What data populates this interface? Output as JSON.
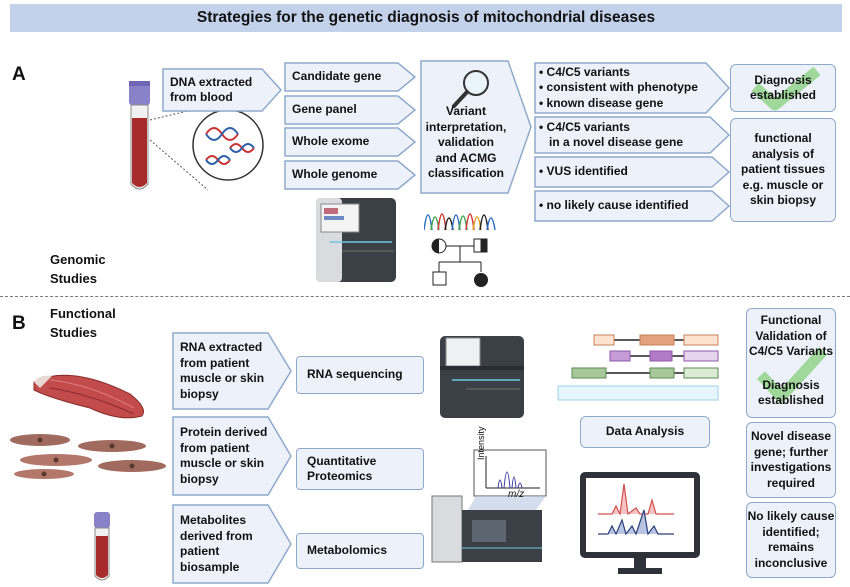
{
  "title": "Strategies for the genetic diagnosis of mitochondrial diseases",
  "section_a": {
    "letter": "A",
    "label_line1": "Genomic",
    "label_line2": "Studies",
    "sample": [
      "DNA extracted",
      "from blood"
    ],
    "methods": [
      "Candidate gene",
      "Gene panel",
      "Whole exome",
      "Whole genome"
    ],
    "interpretation": [
      "Variant",
      "interpretation,",
      "validation",
      "and ACMG",
      "classification"
    ],
    "outcomes": {
      "first": [
        "• C4/C5 variants",
        "• consistent with phenotype",
        "• known disease gene"
      ],
      "second": [
        "• C4/C5 variants",
        "in a novel disease gene"
      ],
      "third": "• VUS identified",
      "fourth": "• no likely cause identified"
    },
    "diagnosis": [
      "Diagnosis",
      "established"
    ],
    "functional_analysis": [
      "functional",
      "analysis of",
      "patient tissues",
      "e.g. muscle or",
      "skin biopsy"
    ]
  },
  "section_b": {
    "letter": "B",
    "label_line1": "Functional",
    "label_line2": "Studies",
    "samples": [
      [
        "RNA extracted",
        "from patient",
        "muscle or skin",
        "biopsy"
      ],
      [
        "Protein derived",
        "from patient",
        "muscle or skin",
        "biopsy"
      ],
      [
        "Metabolites",
        "derived from",
        "patient",
        "biosample"
      ]
    ],
    "methods": [
      [
        "RNA sequencing"
      ],
      [
        "Quantitative",
        "Proteomics"
      ],
      [
        "Metabolomics"
      ]
    ],
    "data_analysis": "Data Analysis",
    "ms_axis_y": "Intensity",
    "ms_axis_x": "m/z",
    "outcomes": {
      "validation": [
        "Functional",
        "Validation of",
        "C4/C5 Variants"
      ],
      "diagnosis": [
        "Diagnosis",
        "established"
      ],
      "novel": [
        "Novel disease",
        "gene; further",
        "investigations",
        "required"
      ],
      "no_cause": [
        "No likely cause",
        "identified;",
        "remains",
        "inconclusive"
      ]
    }
  },
  "colors": {
    "title_bar": "#c3d2ea",
    "box_fill": "#edf2fa",
    "box_border": "#8fa9cc",
    "check_green": "#9fd89a",
    "blood": "#a82b2b",
    "cap": "#8a82c9"
  },
  "icons": [
    "dna-icon",
    "magnifier-icon",
    "sequencer-icon",
    "chromatogram-icon",
    "pedigree-icon",
    "checkmark-icon",
    "muscle-icon",
    "cells-icon",
    "blood-tube-icon",
    "mass-spec-icon",
    "monitor-icon",
    "genome-track-icon"
  ]
}
